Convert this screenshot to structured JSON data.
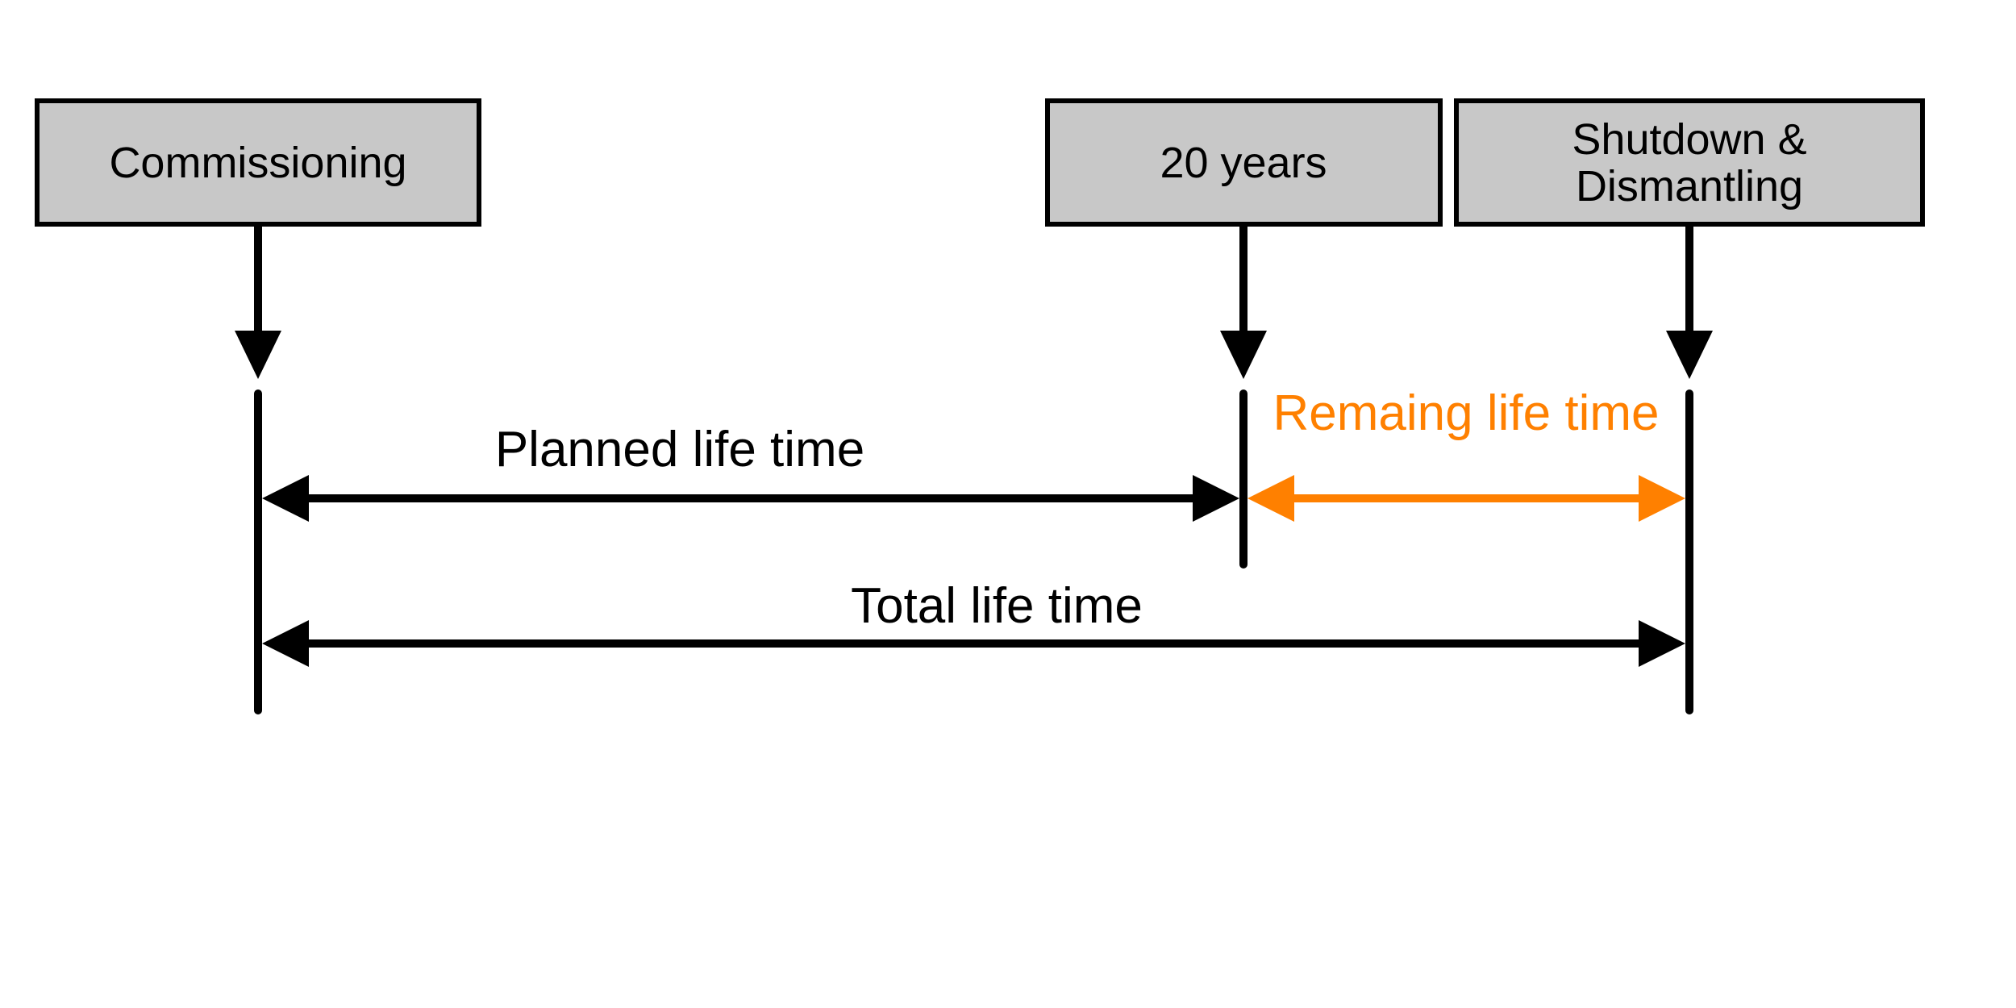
{
  "diagram": {
    "boxes": [
      {
        "id": "commissioning",
        "label": "Commissioning"
      },
      {
        "id": "planned-duration",
        "label": "20 years"
      },
      {
        "id": "shutdown-dismantling",
        "label_line1": "Shutdown &",
        "label_line2": "Dismantling"
      }
    ],
    "spans": {
      "planned_label": "Planned life time",
      "remaining_label": "Remaing life time",
      "total_label": "Total life time"
    },
    "colors": {
      "box_fill": "#c8c8c8",
      "box_border": "#000000",
      "line_color": "#000000",
      "remaining_accent": "#ff8000"
    }
  }
}
